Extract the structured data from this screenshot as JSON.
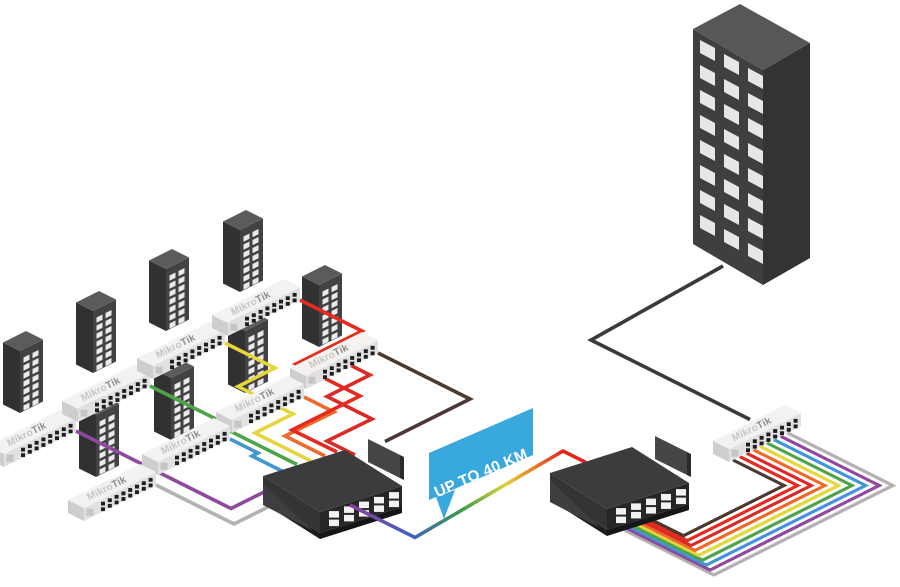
{
  "bubble": {
    "text": "UP TO 40 KM",
    "bg": "#38a8dd",
    "text_color": "#ffffff"
  },
  "brand": {
    "mikro": "Mikro",
    "tik": "Tik",
    "mikro_color": "#c6c5c4",
    "tik_color": "#8f8e8d"
  },
  "colors": {
    "brown": "#4a3a31",
    "red": "#e52a1e",
    "crimson": "#da2b28",
    "orangered": "#ee6b2d",
    "yellow": "#e5d63e",
    "green": "#4fa447",
    "blue": "#4496d2",
    "purple": "#8f4a9d",
    "gray": "#b2b0b1",
    "building_link": "#3a3a3a",
    "longlink_stops": [
      "#8f3e97",
      "#3f63c1",
      "#3f9b47",
      "#ddd33b",
      "#ec7a25",
      "#e1251d"
    ]
  },
  "counts": {
    "left_buildings": 8,
    "left_switches": 8,
    "core_switches": 2,
    "right_buildings": 1,
    "right_switches": 1,
    "nest_cables": 9
  }
}
